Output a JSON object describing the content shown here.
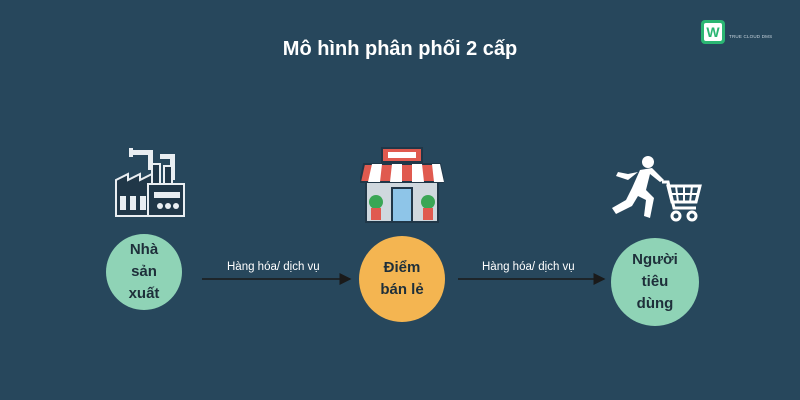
{
  "title": "Mô hình phân phối 2 cấp",
  "brand": {
    "logo_letter": "W",
    "text": "TRUE CLOUD DMS"
  },
  "nodes": [
    {
      "label_lines": [
        "Nhà",
        "sản",
        "xuất"
      ],
      "color": "#8fd3b6",
      "icon": "factory-icon"
    },
    {
      "label_lines": [
        "Điểm",
        "bán lẻ"
      ],
      "color": "#f4b551",
      "icon": "retail-store-icon"
    },
    {
      "label_lines": [
        "Người",
        "tiêu",
        "dùng"
      ],
      "color": "#8fd3b6",
      "icon": "shopper-with-cart-icon"
    }
  ],
  "edges": [
    {
      "label": "Hàng hóa/ dịch vụ"
    },
    {
      "label": "Hàng hóa/ dịch vụ"
    }
  ],
  "colors": {
    "background": "#27475c",
    "arrow": "#1a1a1a",
    "icon_dark": "#203748",
    "icon_light": "#e9eef2"
  }
}
